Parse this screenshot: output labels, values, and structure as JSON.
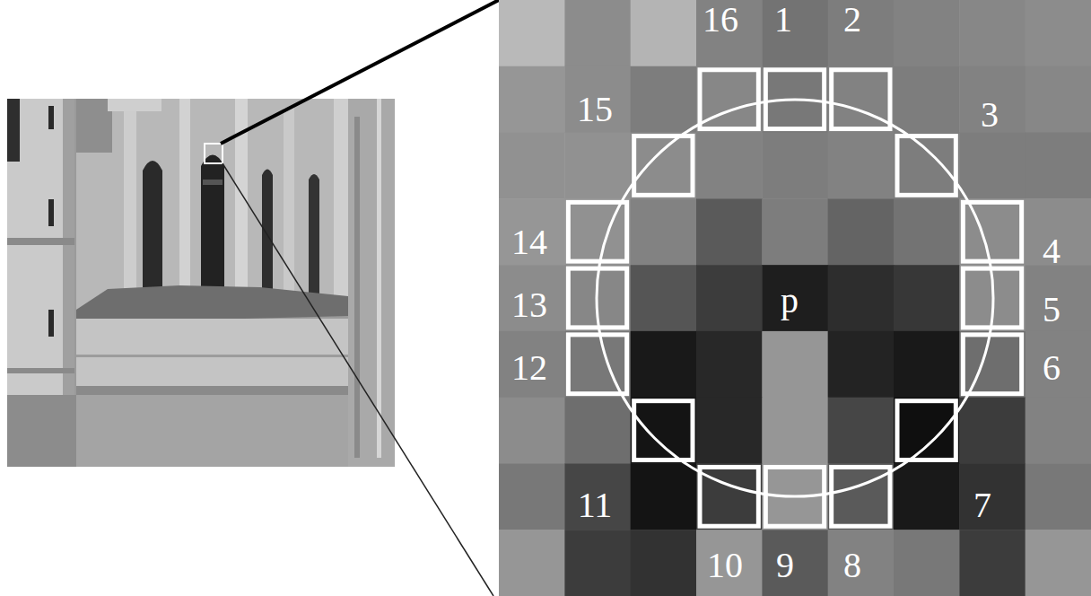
{
  "diagram": {
    "labels": [
      "16",
      "1",
      "2",
      "15",
      "3",
      "14",
      "4",
      "13",
      "p",
      "5",
      "12",
      "6",
      "11",
      "7",
      "10",
      "9",
      "8"
    ]
  }
}
